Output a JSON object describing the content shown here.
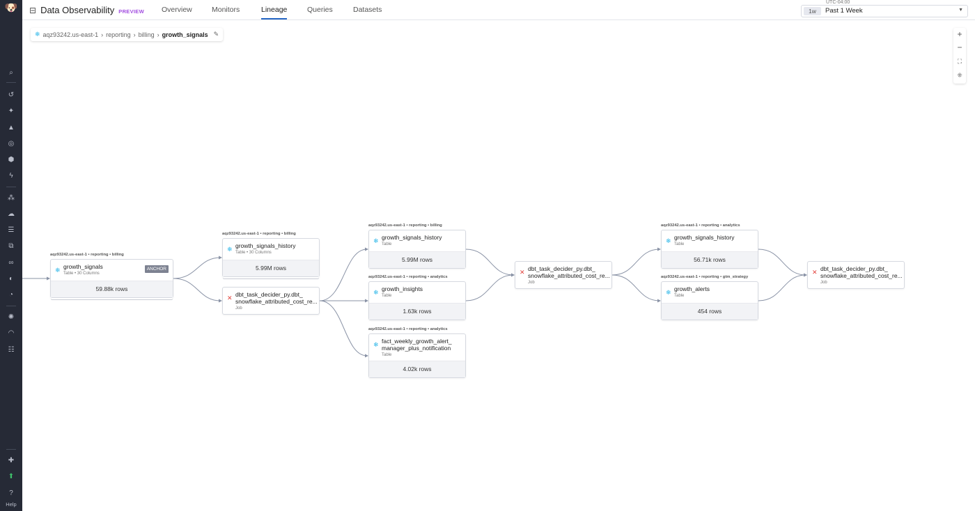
{
  "header": {
    "title": "Data Observability",
    "badge": "PREVIEW",
    "tabs": [
      {
        "label": "Overview"
      },
      {
        "label": "Monitors"
      },
      {
        "label": "Lineage",
        "active": true
      },
      {
        "label": "Queries"
      },
      {
        "label": "Datasets"
      }
    ]
  },
  "time": {
    "timezone": "UTC-04:00",
    "short": "1w",
    "label": "Past 1 Week"
  },
  "breadcrumb": {
    "items": [
      "aqz93242.us-east-1",
      "reporting",
      "billing"
    ],
    "current": "growth_signals"
  },
  "sidebar": {
    "icons": [
      "search-icon",
      "history-icon",
      "sparkle-icon",
      "chart-icon",
      "target-icon",
      "cube-icon",
      "bolt-icon",
      "nodes-icon",
      "cloud-icon",
      "filter-icon",
      "copy-icon",
      "link-icon",
      "shield-icon",
      "gauge-icon",
      "bug-icon",
      "speed-icon",
      "list-icon",
      "puzzle-icon",
      "upload-icon"
    ],
    "help": "Help"
  },
  "zoom_controls": [
    "zoom-in",
    "zoom-out",
    "fit-view",
    "collapse"
  ],
  "accent": "#2566c4",
  "nodes": [
    {
      "id": "n1",
      "path": "aqz93242.us-east-1 • reporting • billing",
      "name": "growth_signals",
      "type": "table",
      "sub": "Table • 30 Columns",
      "rows": "59.88k rows",
      "anchor": "ANCHOR"
    },
    {
      "id": "n2",
      "path": "aqz93242.us-east-1 • reporting • billing",
      "name": "growth_signals_history",
      "type": "table",
      "sub": "Table • 30 Columns",
      "rows": "5.99M rows"
    },
    {
      "id": "n3",
      "name": "dbt_task_decider_py.dbt_\nsnowflake_attributed_cost_re...",
      "type": "job",
      "sub": "Job"
    },
    {
      "id": "n4",
      "path": "aqz93242.us-east-1 • reporting • billing",
      "name": "growth_signals_history",
      "type": "table",
      "sub": "Table",
      "rows": "5.99M rows"
    },
    {
      "id": "n5",
      "path": "aqz93242.us-east-1 • reporting • analytics",
      "name": "growth_insights",
      "type": "table",
      "sub": "Table",
      "rows": "1.63k rows"
    },
    {
      "id": "n6",
      "path": "aqz93242.us-east-1 • reporting • analytics",
      "name": "fact_weekly_growth_alert_\nmanager_plus_notification",
      "type": "table",
      "sub": "Table",
      "rows": "4.02k rows"
    },
    {
      "id": "n7",
      "name": "dbt_task_decider_py.dbt_\nsnowflake_attributed_cost_re...",
      "type": "job",
      "sub": "Job"
    },
    {
      "id": "n8",
      "path": "aqz93242.us-east-1 • reporting • analytics",
      "name": "growth_signals_history",
      "type": "table",
      "sub": "Table",
      "rows": "56.71k rows"
    },
    {
      "id": "n9",
      "path": "aqz93242.us-east-1 • reporting • gtm_strategy",
      "name": "growth_alerts",
      "type": "table",
      "sub": "Table",
      "rows": "454 rows"
    },
    {
      "id": "n10",
      "name": "dbt_task_decider_py.dbt_\nsnowflake_attributed_cost_re...",
      "type": "job",
      "sub": "Job"
    }
  ],
  "edges": [
    [
      "n1",
      "n2"
    ],
    [
      "n1",
      "n3"
    ],
    [
      "n3",
      "n4"
    ],
    [
      "n3",
      "n5"
    ],
    [
      "n3",
      "n6"
    ],
    [
      "n4",
      "n7"
    ],
    [
      "n5",
      "n7"
    ],
    [
      "n7",
      "n8"
    ],
    [
      "n7",
      "n9"
    ],
    [
      "n8",
      "n10"
    ],
    [
      "n9",
      "n10"
    ]
  ]
}
